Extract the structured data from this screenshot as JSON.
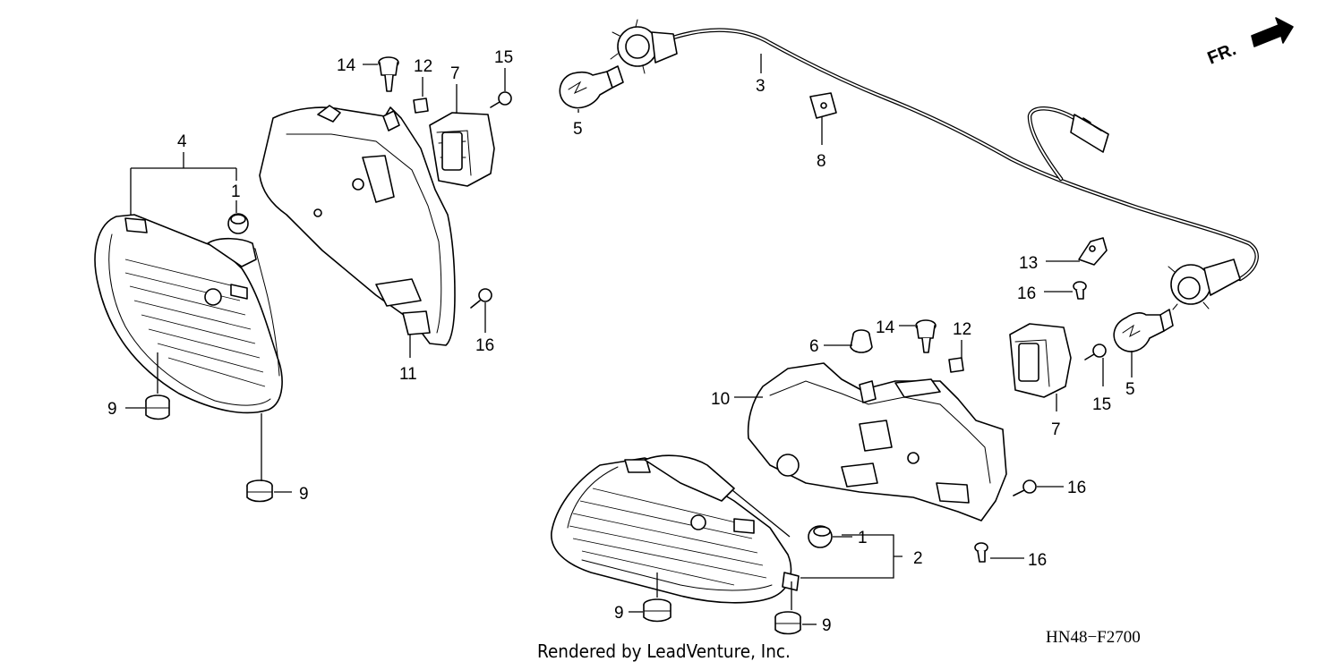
{
  "diagram": {
    "code": "HN48−F2700",
    "credit": "Rendered by LeadVenture, Inc.",
    "direction_label": "FR.",
    "callouts": [
      {
        "id": "c-14a",
        "label": "14"
      },
      {
        "id": "c-12a",
        "label": "12"
      },
      {
        "id": "c-7a",
        "label": "7"
      },
      {
        "id": "c-15a",
        "label": "15"
      },
      {
        "id": "c-4",
        "label": "4"
      },
      {
        "id": "c-1a",
        "label": "1"
      },
      {
        "id": "c-5a",
        "label": "5"
      },
      {
        "id": "c-3",
        "label": "3"
      },
      {
        "id": "c-8",
        "label": "8"
      },
      {
        "id": "c-9a",
        "label": "9"
      },
      {
        "id": "c-9b",
        "label": "9"
      },
      {
        "id": "c-11",
        "label": "11"
      },
      {
        "id": "c-16a",
        "label": "16"
      },
      {
        "id": "c-13",
        "label": "13"
      },
      {
        "id": "c-16b",
        "label": "16"
      },
      {
        "id": "c-14b",
        "label": "14"
      },
      {
        "id": "c-12b",
        "label": "12"
      },
      {
        "id": "c-6",
        "label": "6"
      },
      {
        "id": "c-10",
        "label": "10"
      },
      {
        "id": "c-7b",
        "label": "7"
      },
      {
        "id": "c-15b",
        "label": "15"
      },
      {
        "id": "c-5b",
        "label": "5"
      },
      {
        "id": "c-16c",
        "label": "16"
      },
      {
        "id": "c-1b",
        "label": "1"
      },
      {
        "id": "c-2",
        "label": "2"
      },
      {
        "id": "c-16d",
        "label": "16"
      },
      {
        "id": "c-9c",
        "label": "9"
      },
      {
        "id": "c-9d",
        "label": "9"
      }
    ]
  }
}
